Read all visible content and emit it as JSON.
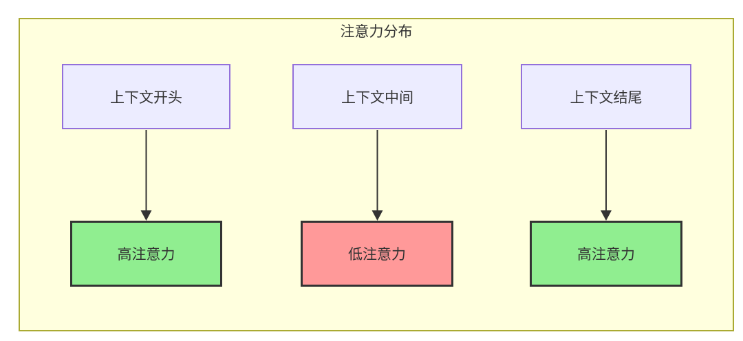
{
  "diagram": {
    "title": "注意力分布",
    "container": {
      "fill": "#ffffde",
      "border_color": "#aaaa33"
    },
    "source_nodes": [
      {
        "label": "上下文开头",
        "fill": "#ececff",
        "border_color": "#9370db"
      },
      {
        "label": "上下文中间",
        "fill": "#ececff",
        "border_color": "#9370db"
      },
      {
        "label": "上下文结尾",
        "fill": "#ececff",
        "border_color": "#9370db"
      }
    ],
    "target_nodes": [
      {
        "label": "高注意力",
        "level": "high",
        "fill": "#90ee90",
        "border_color": "#333333"
      },
      {
        "label": "低注意力",
        "level": "low",
        "fill": "#ff9999",
        "border_color": "#333333"
      },
      {
        "label": "高注意力",
        "level": "high",
        "fill": "#90ee90",
        "border_color": "#333333"
      }
    ],
    "edges": [
      {
        "from": "上下文开头",
        "to": "高注意力"
      },
      {
        "from": "上下文中间",
        "to": "低注意力"
      },
      {
        "from": "上下文结尾",
        "to": "高注意力"
      }
    ],
    "arrow_color": "#333333",
    "text_color": "#333333"
  }
}
